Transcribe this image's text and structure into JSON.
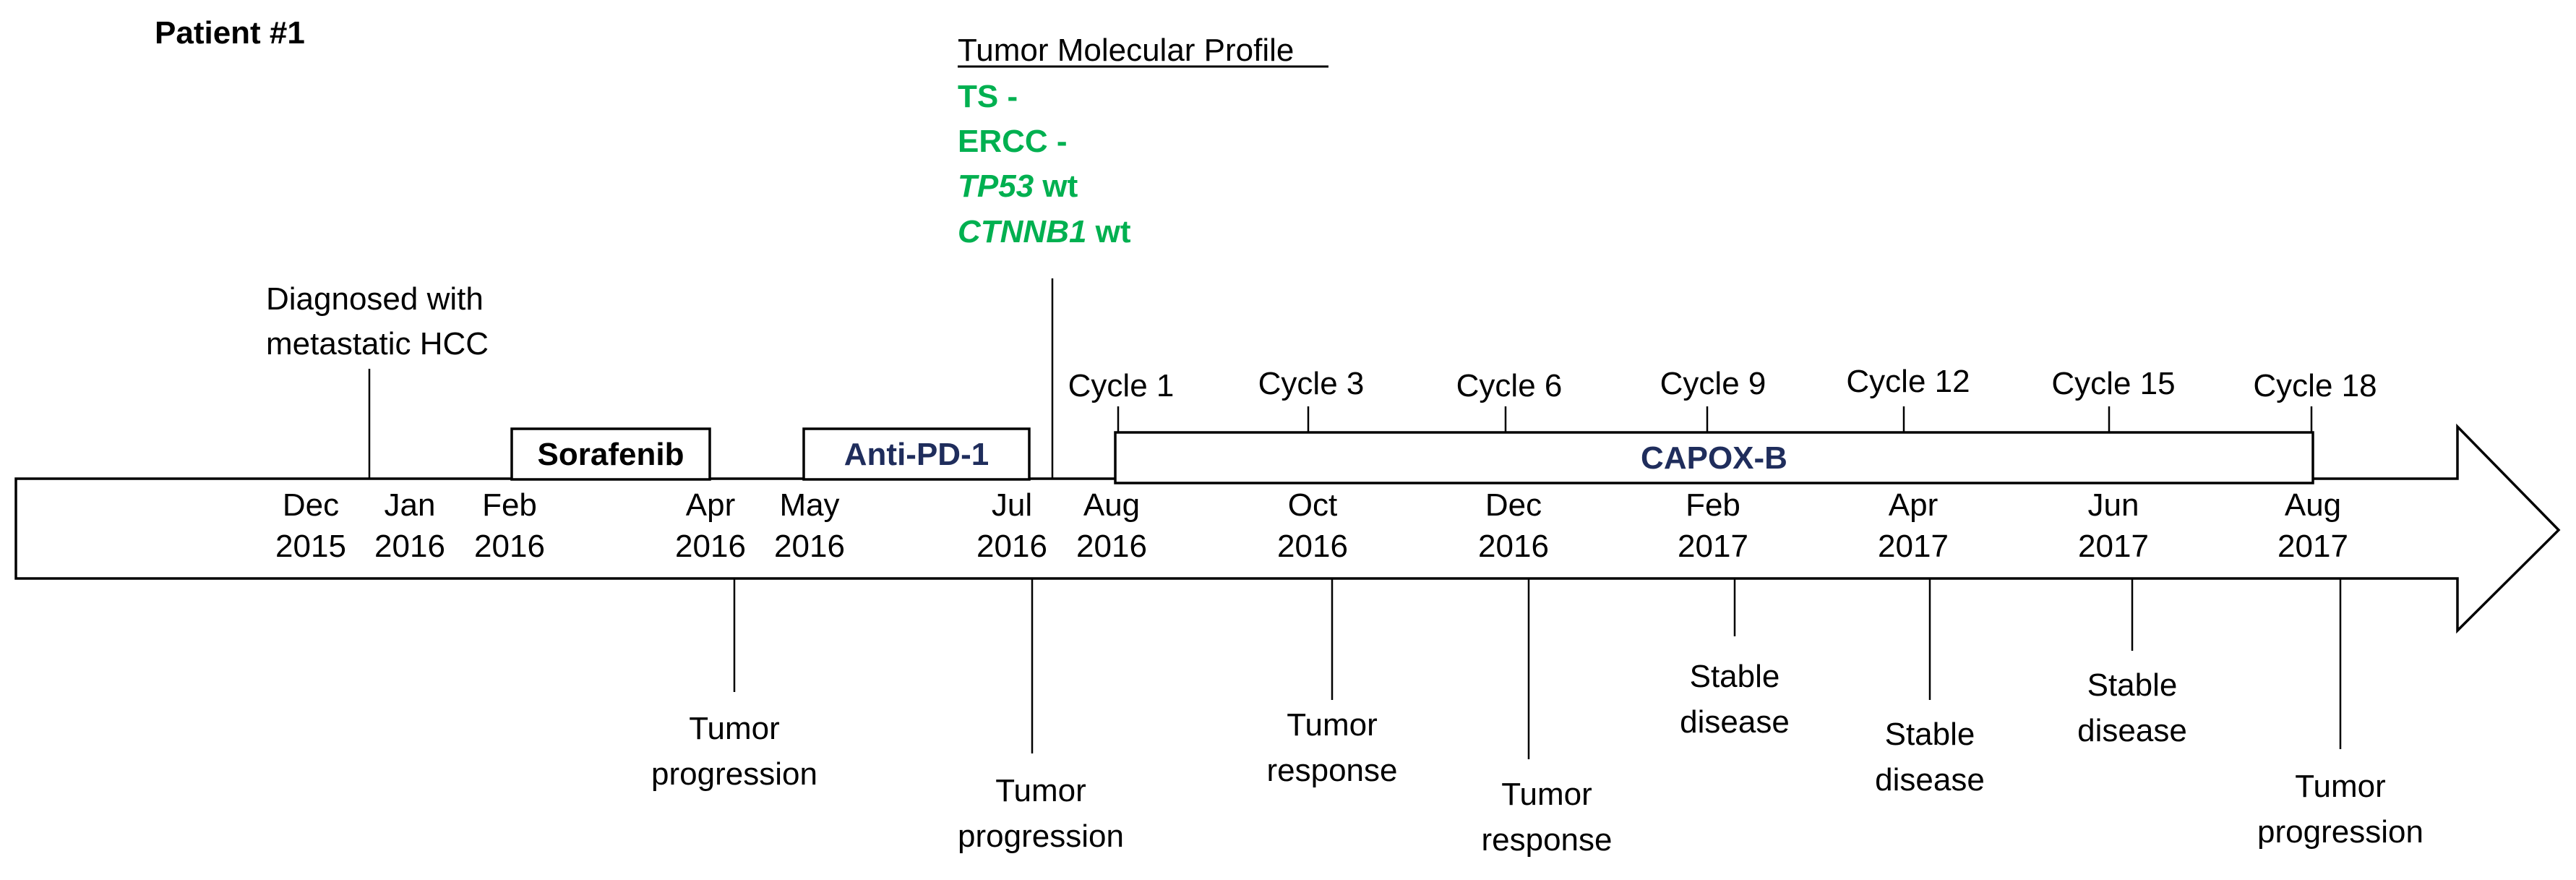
{
  "patient_label": "Patient #1",
  "arrow_color": "#000000",
  "profile": {
    "title": "Tumor Molecular Profile",
    "color": "#00b050",
    "lines": [
      {
        "parts": [
          {
            "text": "TS -",
            "italic": false
          }
        ]
      },
      {
        "parts": [
          {
            "text": "ERCC -",
            "italic": false
          }
        ]
      },
      {
        "parts": [
          {
            "text": "TP53",
            "italic": true
          },
          {
            "text": " wt",
            "italic": false
          }
        ]
      },
      {
        "parts": [
          {
            "text": "CTNNB1",
            "italic": true
          },
          {
            "text": " wt",
            "italic": false
          }
        ]
      }
    ]
  },
  "diagnosis": {
    "lines": [
      "Diagnosed with",
      "metastatic HCC"
    ]
  },
  "months": [
    {
      "month": "Dec",
      "year": "2015"
    },
    {
      "month": "Jan",
      "year": "2016"
    },
    {
      "month": "Feb",
      "year": "2016"
    },
    {
      "month": "Apr",
      "year": "2016"
    },
    {
      "month": "May",
      "year": "2016"
    },
    {
      "month": "Jul",
      "year": "2016"
    },
    {
      "month": "Aug",
      "year": "2016"
    },
    {
      "month": "Oct",
      "year": "2016"
    },
    {
      "month": "Dec",
      "year": "2016"
    },
    {
      "month": "Feb",
      "year": "2017"
    },
    {
      "month": "Apr",
      "year": "2017"
    },
    {
      "month": "Jun",
      "year": "2017"
    },
    {
      "month": "Aug",
      "year": "2017"
    }
  ],
  "treatments": [
    {
      "label": "Sorafenib",
      "color": "#000000"
    },
    {
      "label": "Anti-PD-1",
      "color": "#1f2d5c"
    },
    {
      "label": "CAPOX-B",
      "color": "#1f2d5c"
    }
  ],
  "cycles": [
    "Cycle 1",
    "Cycle 3",
    "Cycle 6",
    "Cycle 9",
    "Cycle 12",
    "Cycle 15",
    "Cycle 18"
  ],
  "outcomes": [
    {
      "lines": [
        "Tumor",
        "progression"
      ]
    },
    {
      "lines": [
        "Tumor",
        "progression"
      ]
    },
    {
      "lines": [
        "Tumor",
        "response"
      ]
    },
    {
      "lines": [
        "Tumor",
        "response"
      ]
    },
    {
      "lines": [
        "Stable",
        "disease"
      ]
    },
    {
      "lines": [
        "Stable",
        "disease"
      ]
    },
    {
      "lines": [
        "Stable",
        "disease"
      ]
    },
    {
      "lines": [
        "Tumor",
        "progression"
      ]
    }
  ]
}
